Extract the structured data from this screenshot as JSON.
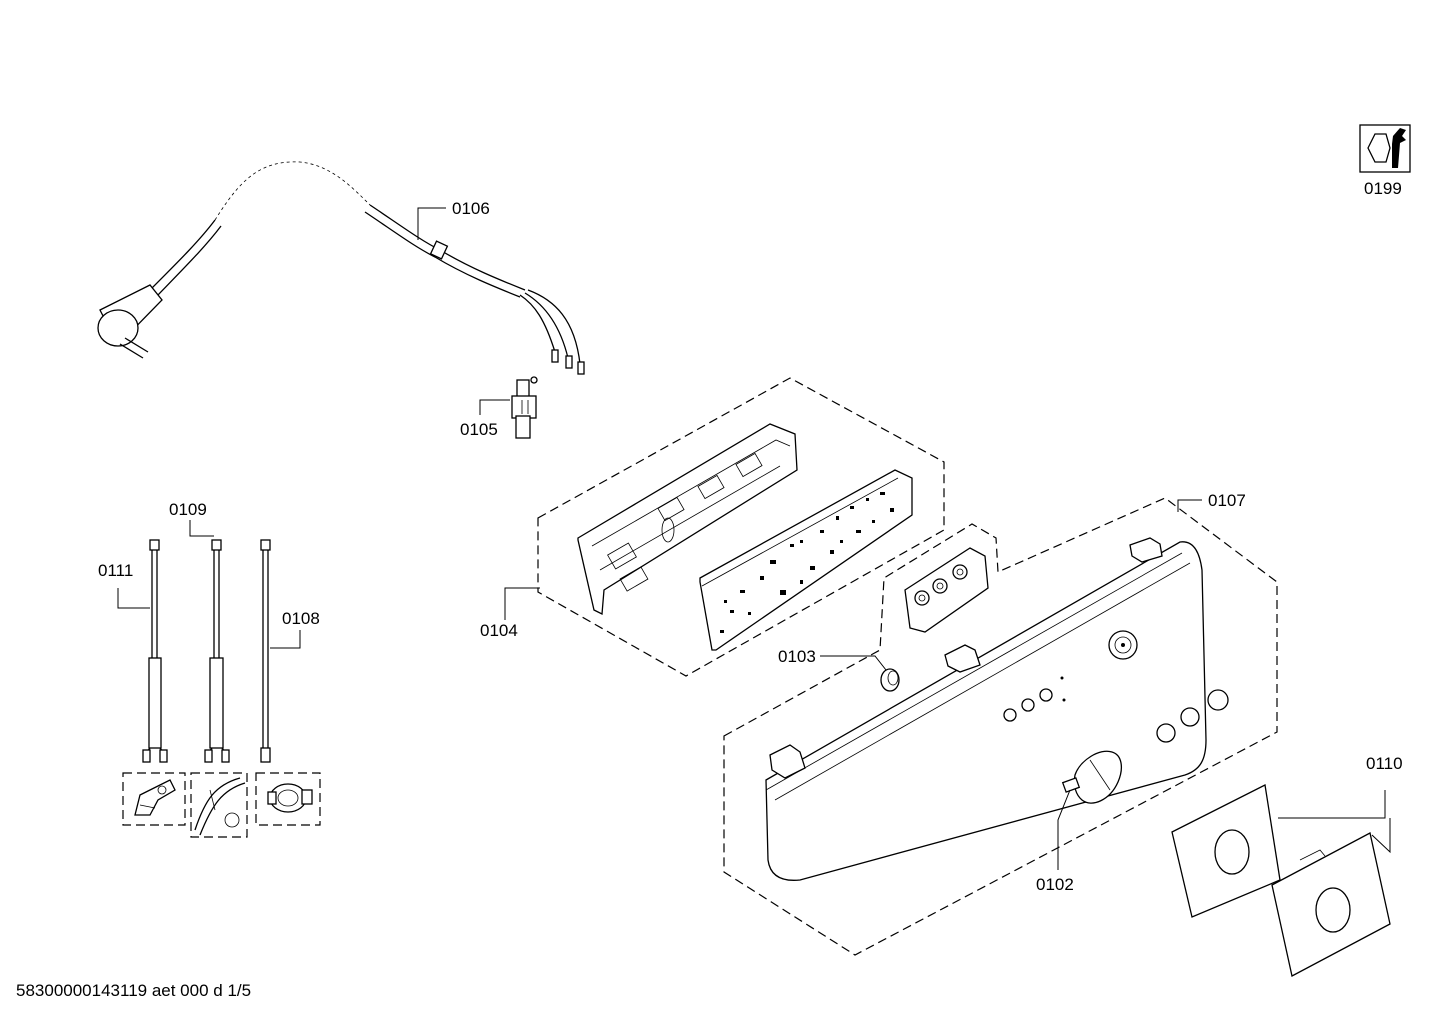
{
  "labels": {
    "p0106": "0106",
    "p0105": "0105",
    "p0199": "0199",
    "p0109": "0109",
    "p0111": "0111",
    "p0108": "0108",
    "p0104": "0104",
    "p0107": "0107",
    "p0103": "0103",
    "p0110": "0110",
    "p0102": "0102"
  },
  "footer": "58300000143119 aet 000 d 1/5",
  "icons": {
    "service": "wrench-nut-icon"
  }
}
